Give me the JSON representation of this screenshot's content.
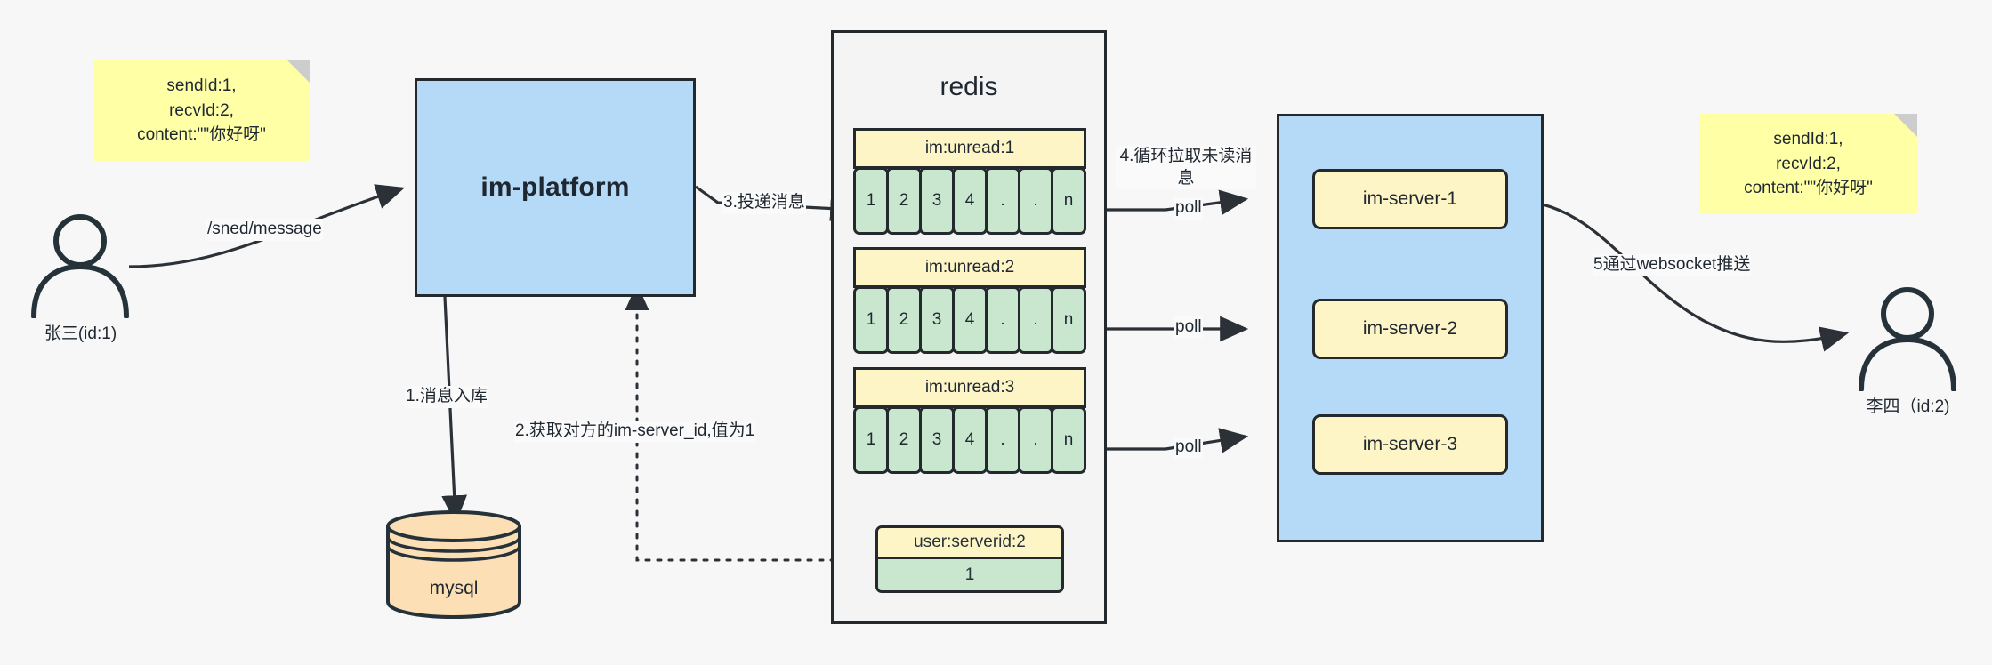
{
  "diagram": {
    "title": "IM message delivery architecture",
    "colors": {
      "blue_fill": "#b4daf7",
      "yellow_fill": "#fdf5c5",
      "green_fill": "#c9e6cf",
      "note_fill": "#ffffa6",
      "db_fill": "#fcdfb5",
      "stroke": "#24292e",
      "canvas": "#f7f7f7"
    }
  },
  "notes": {
    "left": {
      "lines": [
        "sendId:1,",
        "recvId:2,",
        "content:\"\"你好呀\""
      ]
    },
    "right": {
      "lines": [
        "sendId:1,",
        "recvId:2,",
        "content:\"\"你好呀\""
      ]
    }
  },
  "actors": {
    "sender": {
      "name": "张三(id:1)",
      "icon": "user-icon"
    },
    "receiver": {
      "name": "李四（id:2)",
      "icon": "user-icon"
    }
  },
  "nodes": {
    "platform": {
      "label": "im-platform"
    },
    "mysql": {
      "label": "mysql"
    },
    "redis": {
      "label": "redis"
    },
    "servers": [
      {
        "label": "im-server-1"
      },
      {
        "label": "im-server-2"
      },
      {
        "label": "im-server-3"
      }
    ]
  },
  "redis_keys": [
    {
      "key": "im:unread:1",
      "cells": [
        "1",
        "2",
        "3",
        "4",
        ".",
        ".",
        "n"
      ]
    },
    {
      "key": "im:unread:2",
      "cells": [
        "1",
        "2",
        "3",
        "4",
        ".",
        ".",
        "n"
      ]
    },
    {
      "key": "im:unread:3",
      "cells": [
        "1",
        "2",
        "3",
        "4",
        ".",
        ".",
        "n"
      ]
    }
  ],
  "redis_simple": {
    "key": "user:serverid:2",
    "value": "1"
  },
  "edges": {
    "send_message": "/sned/message",
    "step1": "1.消息入库",
    "step2": "2.获取对方的im-server_id,值为1",
    "step3": "3.投递消息",
    "step4": "4.循环拉取未读消息",
    "step5": "5通过websocket推送",
    "poll1": "poll",
    "poll2": "poll",
    "poll3": "poll"
  }
}
